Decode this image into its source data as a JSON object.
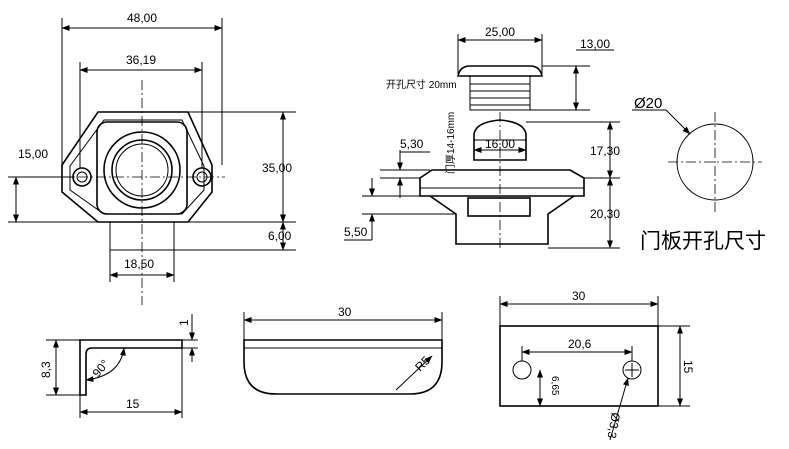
{
  "top_view": {
    "width_overall": "48,00",
    "width_body": "36,19",
    "height_body": "35,00",
    "side_offset": "15,00",
    "bottom_offset": "6,00",
    "stem_width": "18,50"
  },
  "side_view": {
    "cap_width": "25,00",
    "cap_height": "13,00",
    "hole_note": "开孔尺寸 20mm",
    "door_thickness": "门厚14-16mm",
    "button_width": "16,00",
    "top_offset": "5,30",
    "upper_height": "17,30",
    "lower_height": "20,30",
    "bottom_offset": "5,50"
  },
  "cutout": {
    "diameter": "Ø20",
    "caption": "门板开孔尺寸"
  },
  "bracket": {
    "height": "8,3",
    "length": "15",
    "thickness": "1",
    "angle": "90°"
  },
  "plate": {
    "length": "30",
    "radius": "R5"
  },
  "mount": {
    "width": "30",
    "hole_spacing": "20,6",
    "hole_offset": "6,65",
    "height": "15",
    "hole_diameter": "Ø3,3"
  }
}
